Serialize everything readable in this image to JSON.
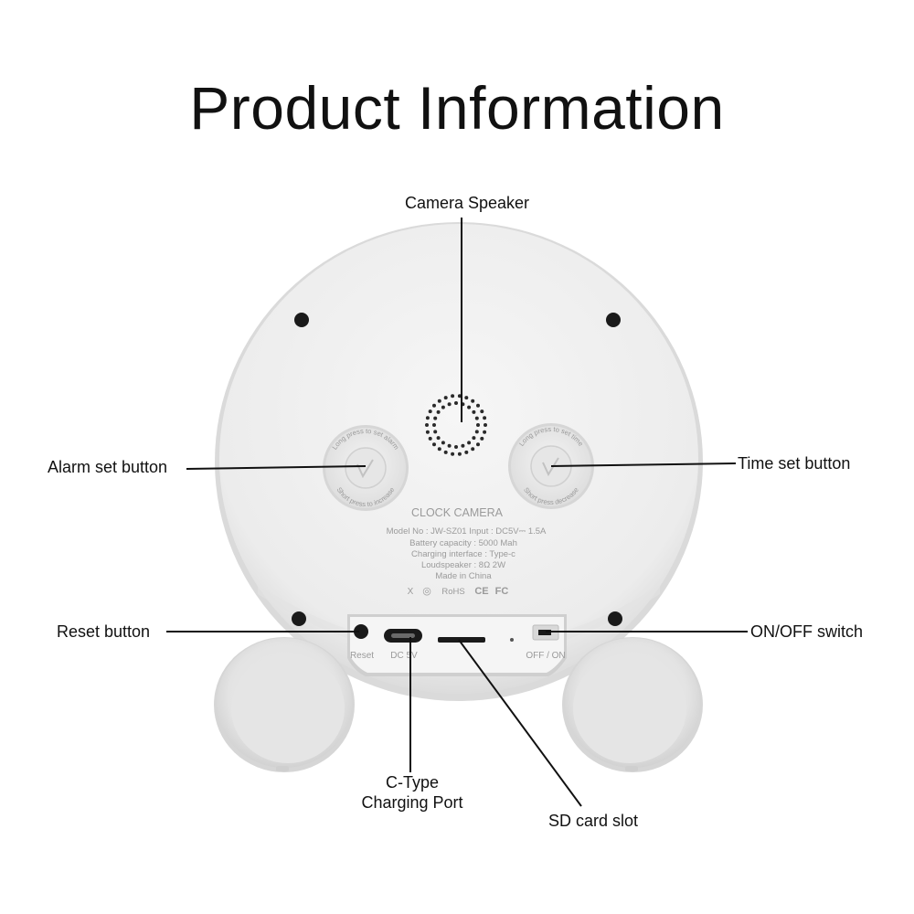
{
  "title": "Product Information",
  "callouts": {
    "camera_speaker": "Camera Speaker",
    "alarm_set_button": "Alarm set button",
    "time_set_button": "Time set button",
    "reset_button": "Reset button",
    "on_off_switch": "ON/OFF switch",
    "c_type_line1": "C-Type",
    "c_type_line2": "Charging Port",
    "sd_card_slot": "SD card slot"
  },
  "device_label": {
    "name": "CLOCK CAMERA",
    "model": "Model No : JW-SZ01  Input : DC5V⎓ 1.5A",
    "battery": "Battery capacity : 5000 Mah",
    "charging": "Charging interface : Type-c",
    "speaker": "Loudspeaker : 8Ω 2W",
    "origin": "Made in China",
    "marks": [
      "X",
      "◎",
      "RoHS",
      "CE",
      "FC"
    ]
  },
  "button_text": {
    "left_top": "Long press to set alarm",
    "left_bottom": "Short press to increase",
    "right_top": "Long press to set time",
    "right_bottom": "Short press decrease"
  },
  "port_labels": {
    "reset": "Reset",
    "dc": "DC 5V",
    "switch": "OFF / ON"
  },
  "colors": {
    "background": "#ffffff",
    "body": "#efefef",
    "body_edge": "#d9d9d9",
    "port_panel": "#f6f6f6",
    "text_dark": "#111111",
    "text_printed": "#9a9a9a"
  }
}
